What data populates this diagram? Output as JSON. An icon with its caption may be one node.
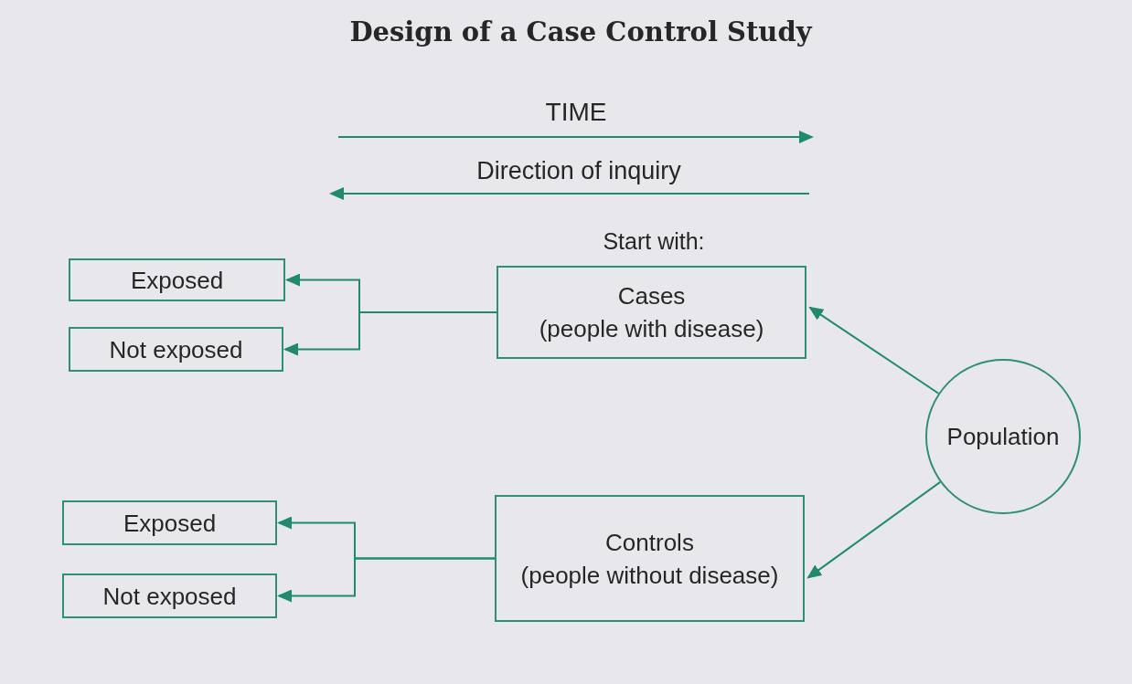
{
  "diagram": {
    "title": "Design of a Case Control Study",
    "nodes": [
      {
        "text": [
          "Exposed"
        ]
      },
      {
        "text": [
          "Not exposed"
        ]
      },
      {
        "text": [
          "Cases",
          "(people with disease)"
        ]
      },
      {
        "text": [
          "Exposed"
        ]
      },
      {
        "text": [
          "Not exposed"
        ]
      },
      {
        "text": [
          "Controls",
          "(people without disease)"
        ]
      },
      {
        "text": [
          "Population"
        ]
      }
    ],
    "edges": [
      {
        "from": 2,
        "to": 0,
        "arrow": "to"
      },
      {
        "from": 2,
        "to": 1,
        "arrow": "to"
      },
      {
        "from": 5,
        "to": 3,
        "arrow": "to"
      },
      {
        "from": 5,
        "to": 4,
        "arrow": "to"
      },
      {
        "from": 6,
        "to": 2,
        "arrow": "to"
      },
      {
        "from": 6,
        "to": 5,
        "arrow": "to"
      }
    ],
    "labels": [
      "TIME",
      "Direction of inquiry",
      "Start with:"
    ]
  }
}
